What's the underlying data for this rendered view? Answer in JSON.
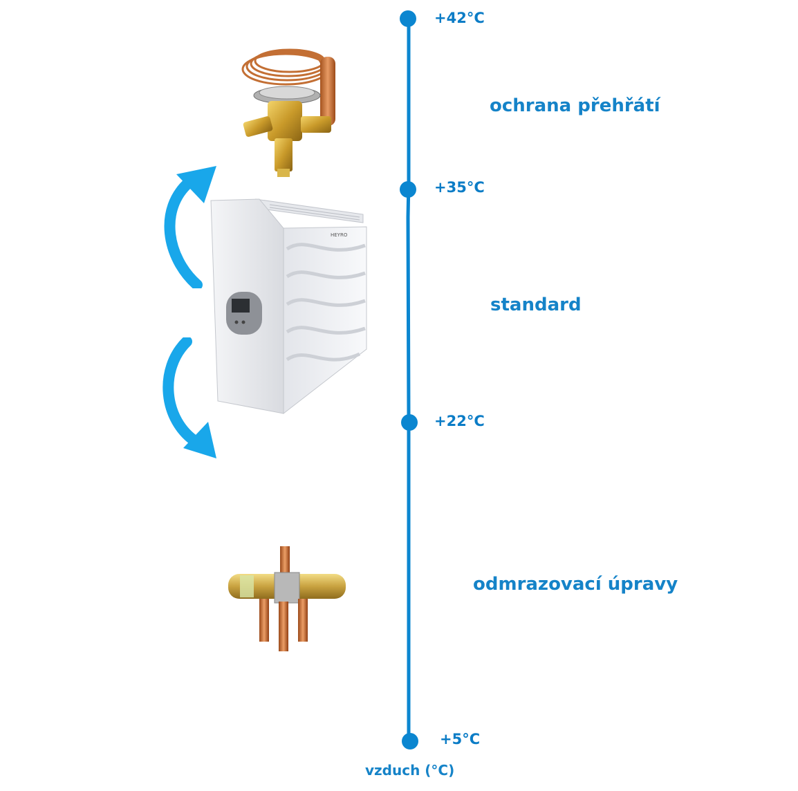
{
  "scale": {
    "axis_label": "vzduch (°C)",
    "markers": [
      {
        "label": "+42°C"
      },
      {
        "label": "+35°C"
      },
      {
        "label": "+22°C"
      },
      {
        "label": "+5°C"
      }
    ]
  },
  "zones": {
    "overheat": "ochrana přehřátí",
    "standard": "standard",
    "defrost": "odmrazovací úpravy"
  },
  "heater": {
    "brand": "HEYRO"
  },
  "colors": {
    "scale": "#0b86d0",
    "arrow": "#19a7ea",
    "text": "#1583c8"
  }
}
